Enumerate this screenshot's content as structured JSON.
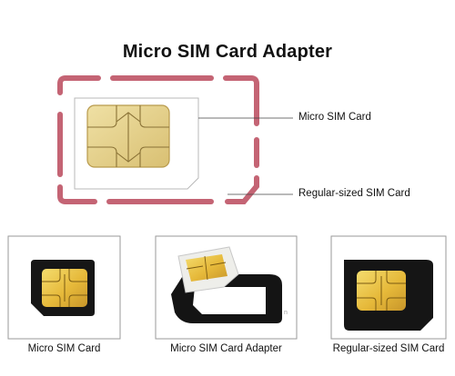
{
  "title": "Micro SIM Card Adapter",
  "callouts": {
    "micro": "Micro SIM Card",
    "regular": "Regular-sized SIM Card"
  },
  "captions": {
    "micro": "Micro SIM Card",
    "adapter": "Micro SIM Card Adapter",
    "regular": "Regular-sized SIM Card"
  },
  "colors": {
    "frame": "#c06070",
    "chip_gold": "#e7c24a",
    "card_black": "#151515"
  }
}
